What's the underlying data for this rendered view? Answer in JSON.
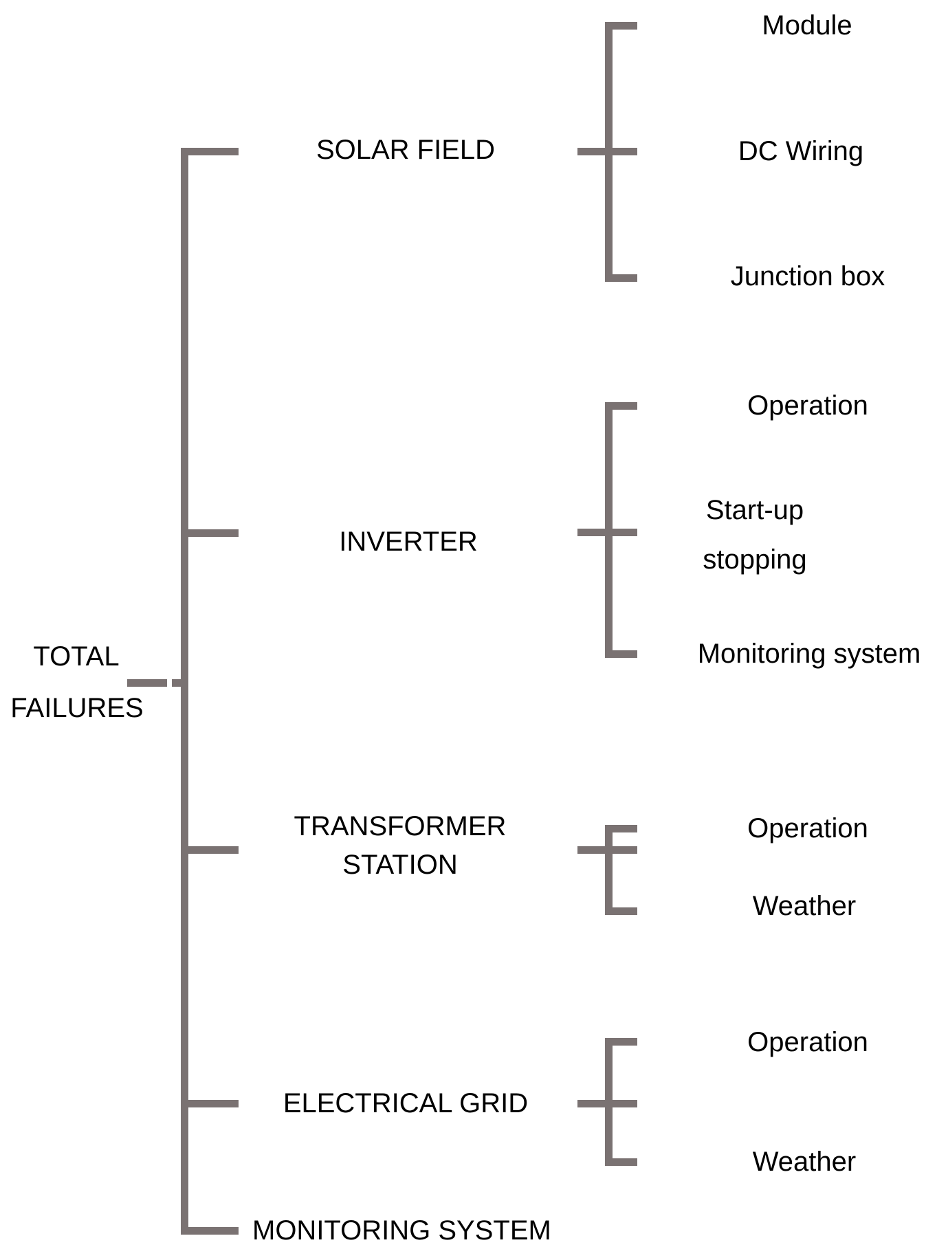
{
  "diagram": {
    "type": "tree",
    "root": {
      "lines": [
        "TOTAL",
        "FAILURES"
      ]
    },
    "branches": [
      {
        "label_lines": [
          "SOLAR FIELD"
        ],
        "children": [
          {
            "lines": [
              "Module"
            ]
          },
          {
            "lines": [
              "DC Wiring"
            ]
          },
          {
            "lines": [
              "Junction box"
            ]
          }
        ]
      },
      {
        "label_lines": [
          "INVERTER"
        ],
        "children": [
          {
            "lines": [
              "Operation"
            ]
          },
          {
            "lines": [
              "Start-up",
              "stopping"
            ]
          },
          {
            "lines": [
              "Monitoring system"
            ]
          }
        ]
      },
      {
        "label_lines": [
          "TRANSFORMER",
          "STATION"
        ],
        "children": [
          {
            "lines": [
              "Operation"
            ]
          },
          {
            "lines": [
              "Weather"
            ]
          }
        ]
      },
      {
        "label_lines": [
          "ELECTRICAL GRID"
        ],
        "children": [
          {
            "lines": [
              "Operation"
            ]
          },
          {
            "lines": [
              "Weather"
            ]
          }
        ]
      },
      {
        "label_lines": [
          "MONITORING SYSTEM"
        ],
        "children": []
      }
    ],
    "colors": {
      "line": "#7a7272",
      "text": "#000000",
      "background": "#ffffff"
    }
  }
}
